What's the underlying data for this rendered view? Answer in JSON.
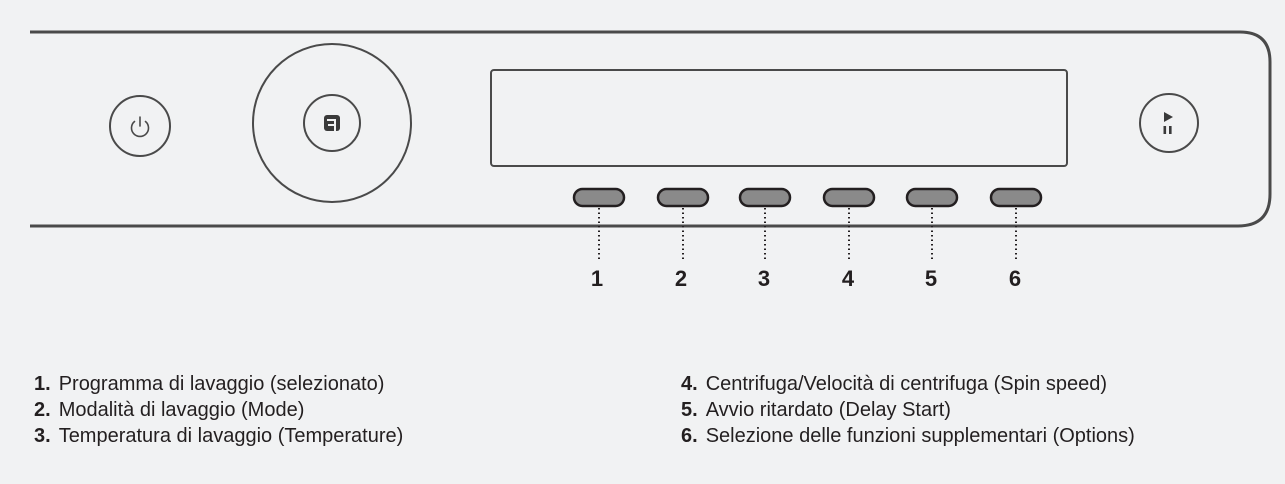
{
  "icons": {
    "power": "power-icon",
    "program_dial": "a-logo-icon",
    "start_pause": "play-pause-icon"
  },
  "colors": {
    "background": "#f1f2f3",
    "outline": "#4a4a4a",
    "button_fill": "#8a8a8a",
    "text": "#231f20"
  },
  "buttons": [
    {
      "number": "1"
    },
    {
      "number": "2"
    },
    {
      "number": "3"
    },
    {
      "number": "4"
    },
    {
      "number": "5"
    },
    {
      "number": "6"
    }
  ],
  "legend": [
    {
      "number": "1.",
      "text": "Programma di lavaggio (selezionato)"
    },
    {
      "number": "2.",
      "text": "Modalità di lavaggio (Mode)"
    },
    {
      "number": "3.",
      "text": "Temperatura di lavaggio (Temperature)"
    },
    {
      "number": "4.",
      "text": "Centrifuga/Velocità di centrifuga (Spin speed)"
    },
    {
      "number": "5.",
      "text": "Avvio ritardato (Delay Start)"
    },
    {
      "number": "6.",
      "text": "Selezione delle funzioni supplementari (Options)"
    }
  ]
}
